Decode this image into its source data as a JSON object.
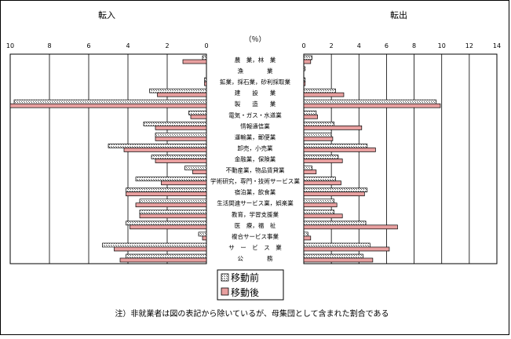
{
  "chart_data": {
    "type": "bar",
    "orientation": "horizontal-butterfly",
    "unit_label": "（％）",
    "categories": [
      "農　業，林　業",
      "漁　　　　業",
      "鉱業，採石業，砂利採取業",
      "建　　設　　業",
      "製　　造　　業",
      "電気・ガス・水道業",
      "情報通信業",
      "運輸業，郵便業",
      "卸売，小売業",
      "金融業，保険業",
      "不動産業，物品賃貸業",
      "学術研究，専門・技術サービス業",
      "宿泊業，飲食業",
      "生活関連サービス業，娯楽業",
      "教育，学習支援業",
      "医　療，福　祉",
      "複合サービス事業",
      "サ　ー　ビ　ス　業",
      "公　　　　務"
    ],
    "panels": [
      {
        "title": "転入",
        "direction": "left",
        "xlim": [
          0,
          10
        ],
        "ticks": [
          "10",
          "8",
          "6",
          "4",
          "2",
          "0"
        ],
        "series": [
          {
            "name": "移動前",
            "values": [
              0.2,
              0.0,
              0.1,
              2.9,
              9.8,
              0.9,
              3.2,
              2.6,
              5.0,
              2.8,
              1.1,
              3.6,
              4.1,
              3.4,
              3.4,
              4.1,
              0.4,
              5.3,
              4.1
            ]
          },
          {
            "name": "移動後",
            "values": [
              1.2,
              0.0,
              0.1,
              2.5,
              10.0,
              0.8,
              2.6,
              2.6,
              4.2,
              2.6,
              0.7,
              2.3,
              4.1,
              3.6,
              3.4,
              3.9,
              0.2,
              4.7,
              4.4
            ]
          }
        ]
      },
      {
        "title": "転出",
        "direction": "right",
        "xlim": [
          0,
          14
        ],
        "ticks": [
          "0",
          "2",
          "4",
          "6",
          "8",
          "10",
          "12",
          "14"
        ],
        "series": [
          {
            "name": "移動前",
            "values": [
              0.6,
              0.1,
              0.1,
              2.3,
              9.6,
              0.9,
              2.2,
              2.0,
              4.6,
              2.5,
              0.6,
              2.3,
              4.6,
              2.2,
              2.2,
              4.5,
              0.3,
              4.8,
              4.3
            ]
          },
          {
            "name": "移動後",
            "values": [
              0.5,
              0.0,
              0.1,
              2.9,
              9.9,
              1.0,
              4.2,
              2.1,
              5.2,
              2.8,
              0.9,
              2.7,
              4.4,
              2.4,
              2.8,
              6.8,
              0.5,
              6.2,
              5.0
            ]
          }
        ]
      }
    ],
    "legend": [
      "移動前",
      "移動後"
    ],
    "legend_position": "bottom-center",
    "grid": true,
    "colors": {
      "before_fill": "#ffffff",
      "before_pattern": "#666666",
      "after_fill": "#e8a0a0",
      "edge": "#000000"
    }
  },
  "footnote": "注）非就業者は図の表記から除いているが、母集団として含まれた割合である"
}
